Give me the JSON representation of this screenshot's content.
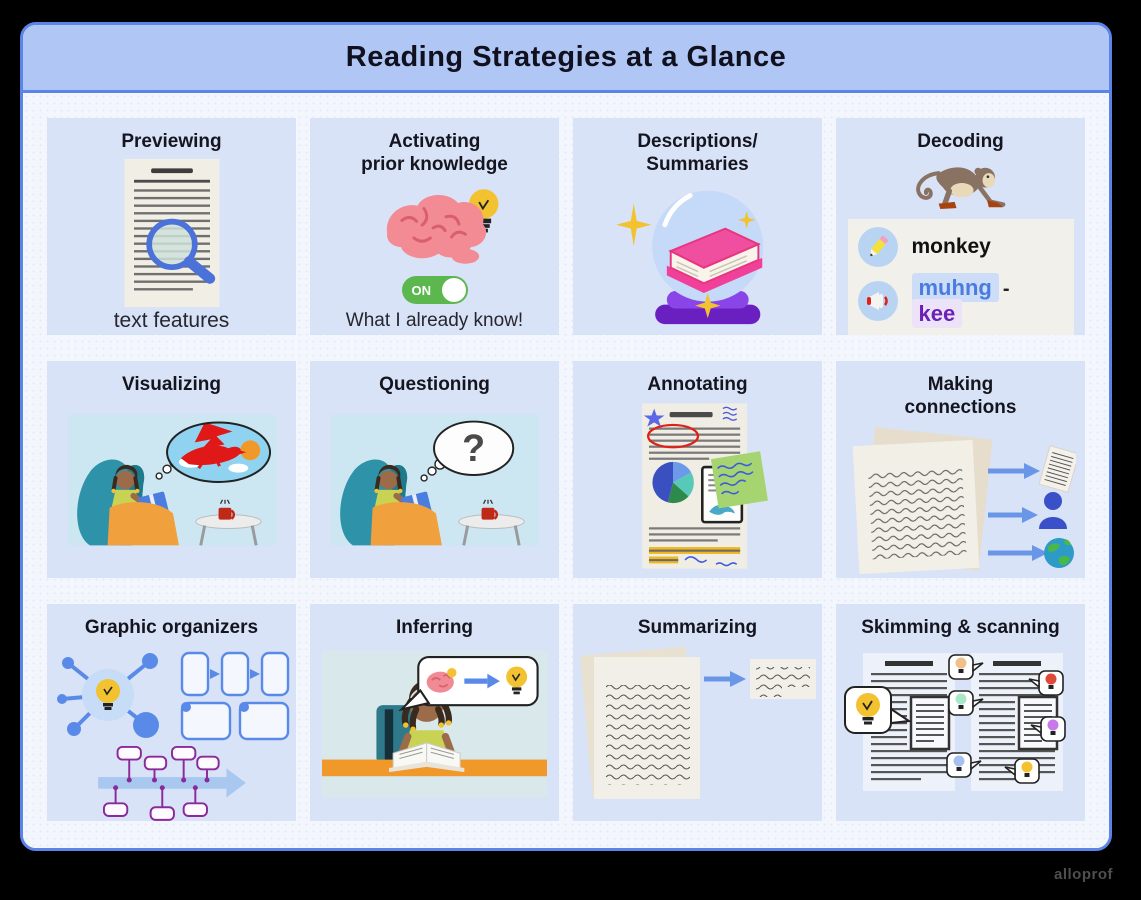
{
  "header": {
    "title": "Reading Strategies at a Glance"
  },
  "footer": {
    "watermark": "alloprof"
  },
  "colors": {
    "panel_border": "#5c83e8",
    "header_bg": "#b0c6f4",
    "card_bg": "#d9e3f7",
    "pronunciation_blue": "#4a7ce0",
    "pronunciation_purple": "#6b21b8",
    "toggle_green": "#5cb84e",
    "highlight_yellow": "#f0b820",
    "annotation_red": "#e02018"
  },
  "cards": {
    "previewing": {
      "title": "Previewing",
      "caption": "text features"
    },
    "activating": {
      "title": "Activating\nprior knowledge",
      "toggle": "ON",
      "caption": "What I already know!"
    },
    "descriptions": {
      "title": "Descriptions/\nSummaries"
    },
    "decoding": {
      "title": "Decoding",
      "word": "monkey",
      "pron_first": "muhng",
      "pron_sep": "-",
      "pron_second": "kee"
    },
    "visualizing": {
      "title": "Visualizing"
    },
    "questioning": {
      "title": "Questioning",
      "bubble": "?"
    },
    "annotating": {
      "title": "Annotating"
    },
    "connections": {
      "title": "Making\nconnections"
    },
    "organizers": {
      "title": "Graphic organizers"
    },
    "inferring": {
      "title": "Inferring"
    },
    "summarizing": {
      "title": "Summarizing"
    },
    "skimming": {
      "title": "Skimming & scanning"
    }
  }
}
